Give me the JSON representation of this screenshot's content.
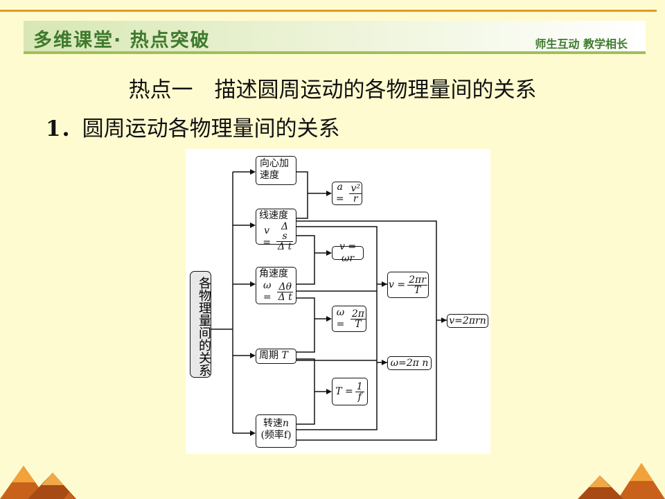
{
  "banner": {
    "title": "多维课堂· 热点突破",
    "right": "师生互动 教学相长"
  },
  "heading": "热点一　描述圆周运动的各物理量间的关系",
  "subheading": {
    "number": "1．",
    "text": "圆周运动各物理量间的关系"
  },
  "diagram": {
    "main": "各物理量间的关系",
    "nodes": {
      "centripetal": "向心加速度",
      "linear": "线速度",
      "angular": "角速度",
      "period": "周期",
      "period_var": "T",
      "speed": "转速",
      "speed_var": "n",
      "frequency": "(频率f)"
    },
    "formulas": {
      "a_lhs": "a =",
      "a_num": "v²",
      "a_den": "r",
      "v_lhs": "v =",
      "v_num": "Δ s",
      "v_den": "Δ t",
      "w_lhs": "ω =",
      "w_num": "Δθ",
      "w_den": "Δ t",
      "v_wr": "v = ωr",
      "v2pi_lhs": "v =",
      "v2pi_num": "2πr",
      "v2pi_den": "T",
      "w2pi_lhs": "ω =",
      "w2pi_num": "2π",
      "w2pi_den": "T",
      "w2pin": "ω=2π n",
      "t1f_lhs": "T =",
      "t1f_num": "1",
      "t1f_den": "f",
      "v2pirn": "v=2πrn"
    }
  },
  "colors": {
    "background": "#fffbd0",
    "accent": "#e09a20",
    "banner_text": "#3e7a2e"
  }
}
